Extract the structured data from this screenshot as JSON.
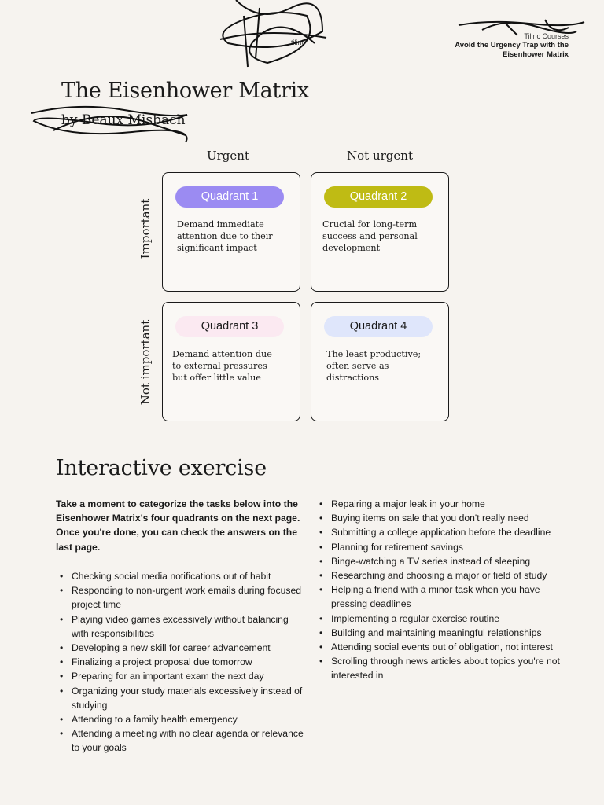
{
  "header": {
    "brand": "Tilinc Courses",
    "course_title": "Avoid the Urgency Trap with the Eisenhower Matrix",
    "logo_text": "tilinc"
  },
  "title": "The Eisenhower Matrix",
  "byline": "by Beaux Misbach",
  "matrix": {
    "col_urgent": "Urgent",
    "col_not_urgent": "Not urgent",
    "row_important": "Important",
    "row_not_important": "Not important",
    "quadrants": [
      {
        "label": "Quadrant 1",
        "desc": "Demand immediate attention due to their significant impact",
        "pill_color": "#9b8bf2",
        "text_color": "#ffffff"
      },
      {
        "label": "Quadrant 2",
        "desc": "Crucial for long-term success and personal development",
        "pill_color": "#bfbb14",
        "text_color": "#ffffff"
      },
      {
        "label": "Quadrant 3",
        "desc": "Demand attention due to external pressures but offer little value",
        "pill_color": "#fbe9f1",
        "text_color": "#1a1a1a"
      },
      {
        "label": "Quadrant 4",
        "desc": "The least productive; often serve as distractions",
        "pill_color": "#dfe6fb",
        "text_color": "#1a1a1a"
      }
    ]
  },
  "exercise": {
    "title": "Interactive exercise",
    "intro": "Take a moment to categorize the tasks below into the Eisenhower Matrix's four quadrants on the next page. Once you're done, you can check the answers on the last page.",
    "left_items": [
      "Checking social media notifications out of habit",
      "Responding to non-urgent work emails during focused project time",
      "Playing video games excessively without balancing with responsibilities",
      "Developing a new skill for career advancement",
      "Finalizing a project proposal due tomorrow",
      "Preparing for an important exam the next day",
      "Organizing your study materials excessively instead of studying",
      "Attending to a family health emergency",
      "Attending a meeting with no clear agenda or relevance to your goals"
    ],
    "right_items": [
      "Repairing a major leak in your home",
      "Buying items on sale that you don't really need",
      "Submitting a college application before the deadline",
      "Planning for retirement savings",
      "Binge-watching a TV series instead of sleeping",
      "Researching and choosing a major or field of study",
      "Helping a friend with a minor task when you have pressing deadlines",
      "Implementing a regular exercise routine",
      "Building and maintaining meaningful relationships",
      "Attending social events out of obligation, not interest",
      "Scrolling through news articles about topics you're not interested in"
    ]
  },
  "colors": {
    "background": "#f6f3ef",
    "ink": "#1a1a1a"
  }
}
